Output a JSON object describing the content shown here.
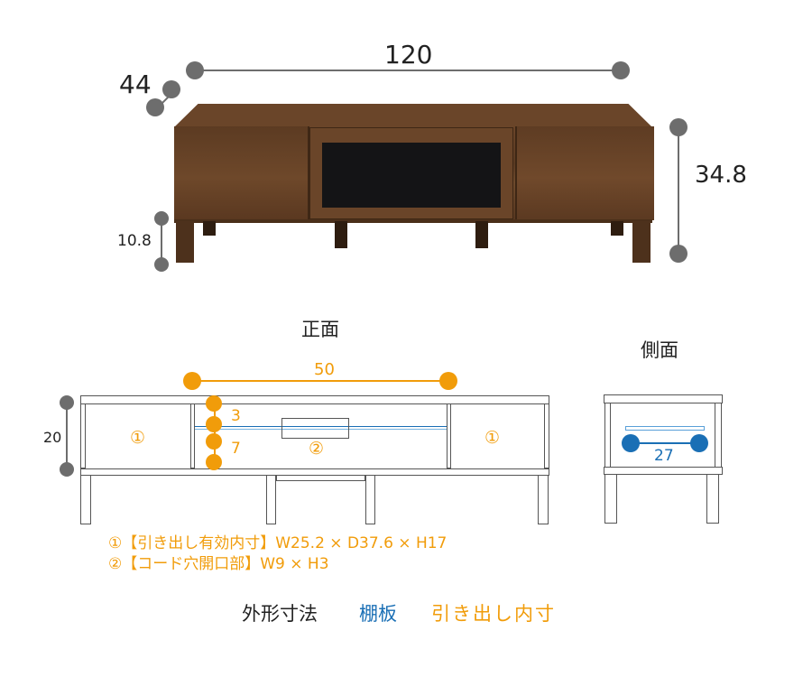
{
  "photo": {
    "width_label": "120",
    "depth_label": "44",
    "height_label": "34.8",
    "leg_height_label": "10.8"
  },
  "front_view": {
    "title": "正面",
    "opening_width_label": "50",
    "height_label": "20",
    "shelf_top_gap_label": "3",
    "shelf_bottom_gap_label": "7",
    "drawer_left_marker": "①",
    "drawer_right_marker": "①",
    "cord_hole_marker": "②"
  },
  "side_view": {
    "title": "側面",
    "shelf_depth_label": "27"
  },
  "notes": [
    "①【引き出し有効内寸】W25.2 × D37.6 × H17",
    "②【コード穴開口部】W9 × H3"
  ],
  "legend": {
    "outer": "外形寸法",
    "shelf": "棚板",
    "drawer": "引き出し内寸"
  },
  "colors": {
    "outer": "#222222",
    "shelf": "#1a6fb5",
    "drawer": "#f19c0a",
    "dimension_gray": "#6d6d6d",
    "wood": "#5e3d24"
  }
}
